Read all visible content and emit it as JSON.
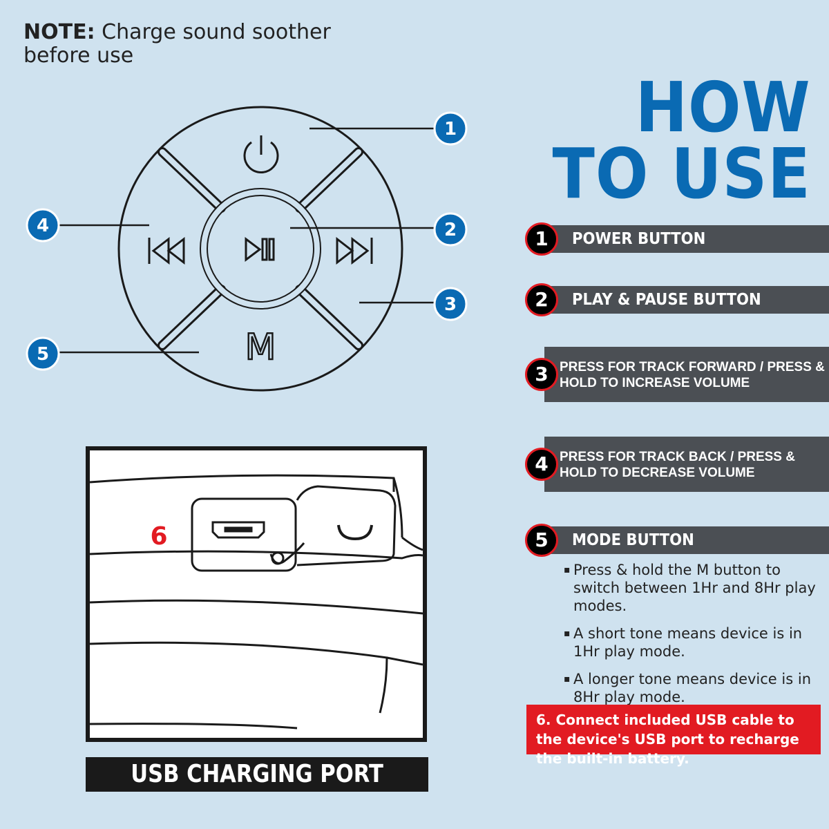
{
  "note": {
    "label": "NOTE:",
    "text": "Charge sound soother before use"
  },
  "title": {
    "line1": "HOW",
    "line2": "TO USE"
  },
  "diagram": {
    "callouts": [
      "1",
      "2",
      "3",
      "4",
      "5"
    ],
    "mode_letter": "M"
  },
  "usb": {
    "label": "USB CHARGING PORT",
    "callout": "6"
  },
  "legend": [
    {
      "num": "1",
      "text": "POWER BUTTON"
    },
    {
      "num": "2",
      "text": "PLAY & PAUSE BUTTON"
    },
    {
      "num": "3",
      "text": "PRESS FOR TRACK FORWARD / PRESS & HOLD TO INCREASE VOLUME"
    },
    {
      "num": "4",
      "text": "PRESS FOR TRACK BACK / PRESS & HOLD TO DECREASE VOLUME"
    },
    {
      "num": "5",
      "text": "MODE BUTTON"
    }
  ],
  "mode_notes": [
    "Press & hold the M button to switch between 1Hr and 8Hr play modes.",
    "A short tone means device is in 1Hr play mode.",
    "A longer tone means device is in 8Hr play mode."
  ],
  "usb_note": "6. Connect included USB cable to the device's USB port to recharge the built-in battery.",
  "colors": {
    "background": "#cfe2ef",
    "accent_blue": "#0a6ab3",
    "bar_gray": "#4b4f54",
    "badge_red": "#e21b22"
  },
  "icons": [
    "power-icon",
    "play-pause-icon",
    "skip-forward-icon",
    "skip-back-icon",
    "micro-usb-port-icon"
  ]
}
